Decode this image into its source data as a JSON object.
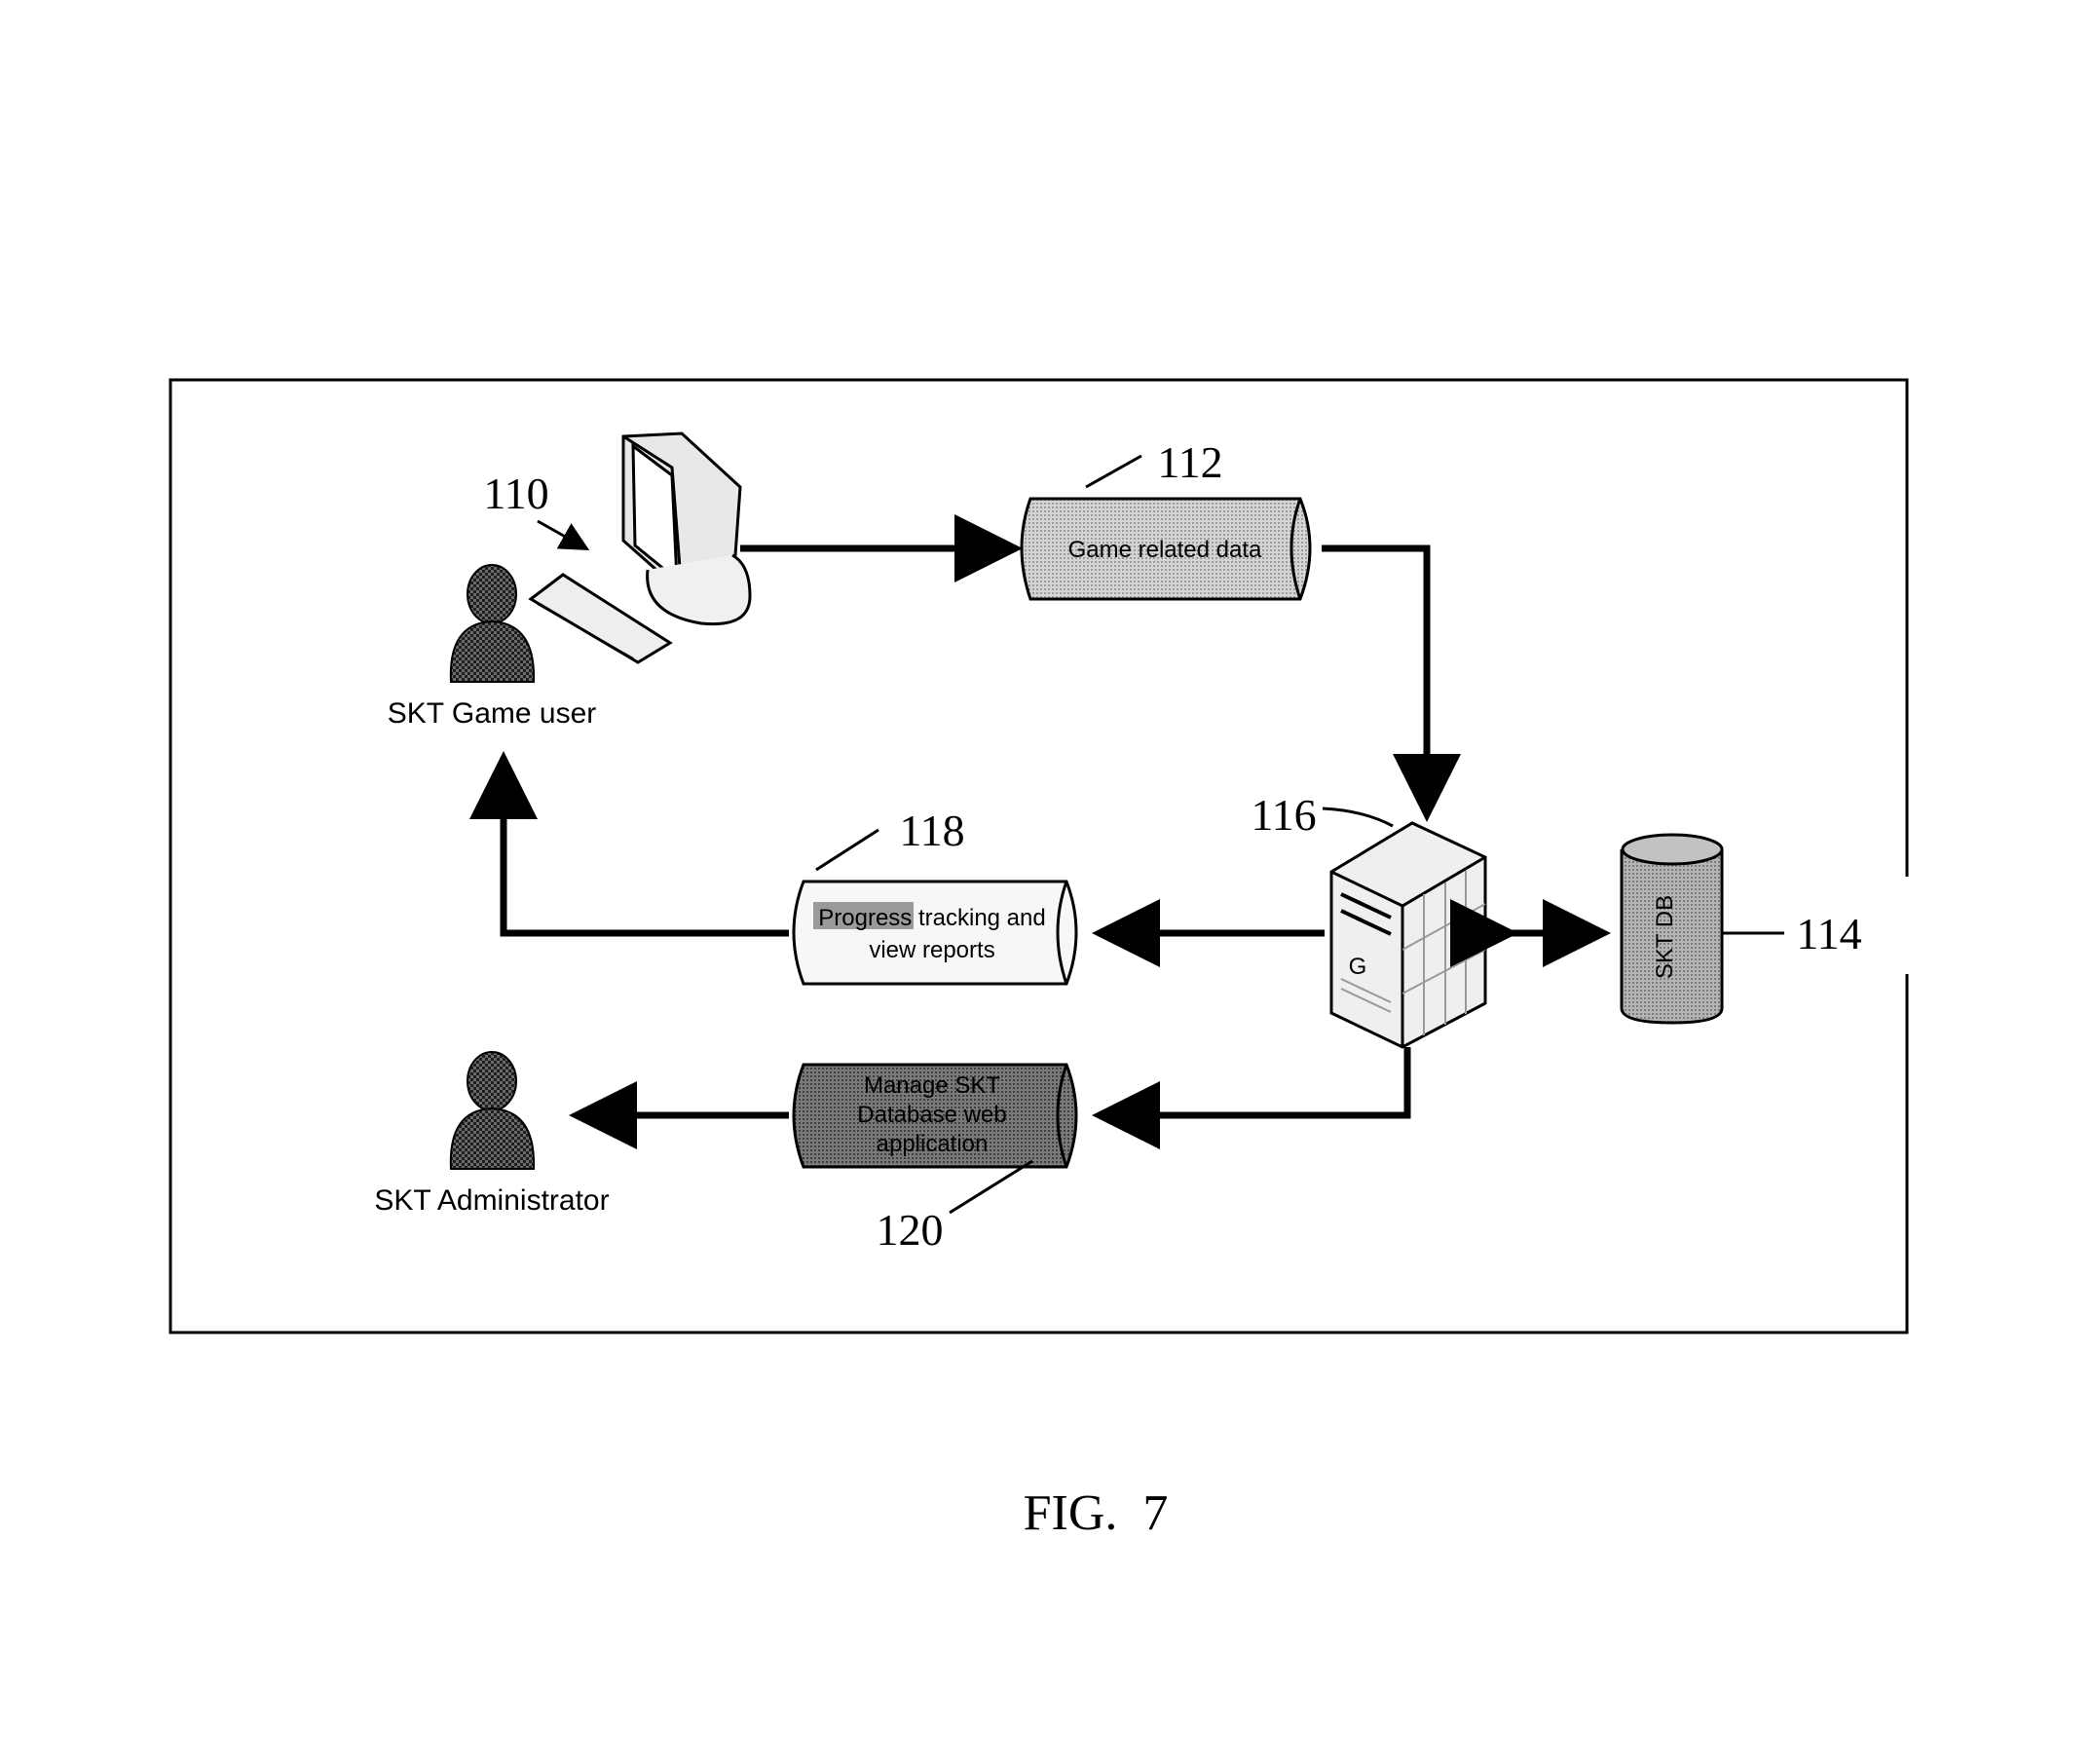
{
  "figure_label": "FIG.  7",
  "refs": {
    "r110": "110",
    "r112": "112",
    "r114": "114",
    "r116": "116",
    "r118": "118",
    "r120": "120"
  },
  "nodes": {
    "game_user": "SKT Game user",
    "administrator": "SKT Administrator",
    "game_data": "Game related data",
    "progress_line1_highlight": "Progress",
    "progress_line1_rest": " tracking and",
    "progress_line2": "view reports",
    "manage_line1": "Manage SKT",
    "manage_line2": "Database web",
    "manage_line3": "application",
    "db": "SKT DB",
    "server_tag": "G"
  },
  "colors": {
    "line": "#000000",
    "light_cylinder": "#c9c9c9",
    "dark_cylinder": "#6e6e6e",
    "db_cylinder": "#a8a8a8",
    "highlight": "#9a9a9a",
    "person": "#555555"
  }
}
